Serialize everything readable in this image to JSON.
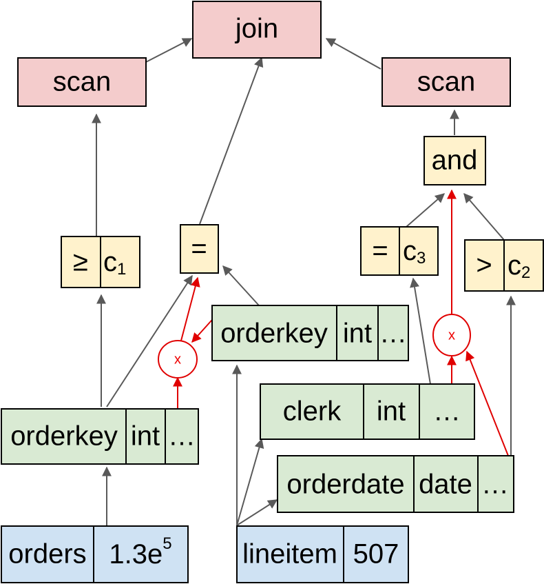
{
  "colors": {
    "pink": "#f4cccc",
    "yellow": "#fff2cc",
    "green": "#d9ead3",
    "blue": "#cfe2f3",
    "edge": "#595959",
    "red": "#e00000"
  },
  "nodes": {
    "join": "join",
    "scan_left": "scan",
    "scan_right": "scan",
    "and_op": "and",
    "ge_sym": "≥",
    "c1_base": "c",
    "c1_sub": "1",
    "eq_center": "=",
    "eq_right": "=",
    "c3_base": "c",
    "c3_sub": "3",
    "gt_sym": ">",
    "c2_base": "c",
    "c2_sub": "2",
    "col_orderkey_li": {
      "name": "orderkey",
      "type": "int",
      "more": "…"
    },
    "col_clerk": {
      "name": "clerk",
      "type": "int",
      "more": "…"
    },
    "col_orderdate": {
      "name": "orderdate",
      "type": "date",
      "more": "…"
    },
    "col_orderkey_ord": {
      "name": "orderkey",
      "type": "int",
      "more": "…"
    },
    "table_orders": {
      "name": "orders",
      "size_base": "1.3e",
      "size_exp": "5"
    },
    "table_lineitem": {
      "name": "lineitem",
      "size": "507"
    },
    "mult_left": "x",
    "mult_right": "x"
  }
}
